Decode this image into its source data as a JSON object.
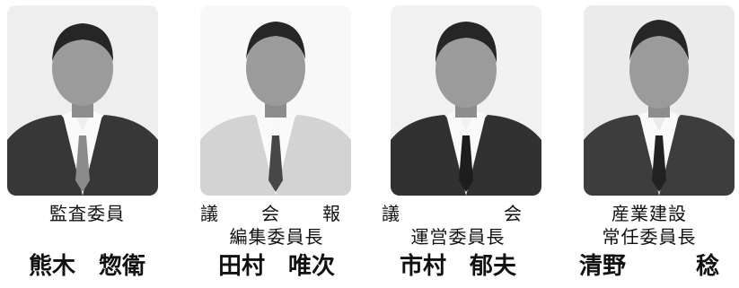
{
  "members": [
    {
      "role_lines": [
        "監査委員"
      ],
      "name": "熊木　惣衛"
    },
    {
      "role_lines": [
        "議　会　報",
        "編集委員長"
      ],
      "name": "田村　唯次"
    },
    {
      "role_lines": [
        "議　　　会",
        "運営委員長"
      ],
      "name": "市村　郁夫"
    },
    {
      "role_lines": [
        "産業建設",
        "常任委員長"
      ],
      "name": "清野　　　稔"
    }
  ],
  "colors": {
    "background": "#ffffff",
    "text": "#111111",
    "suit_dark": "#3a3a3a",
    "suit_light": "#cfcfcf",
    "shirt": "#f4f4f4",
    "skin": "#9a9a9a",
    "hair": "#2a2a2a"
  },
  "icons": [
    "portrait-photo"
  ]
}
